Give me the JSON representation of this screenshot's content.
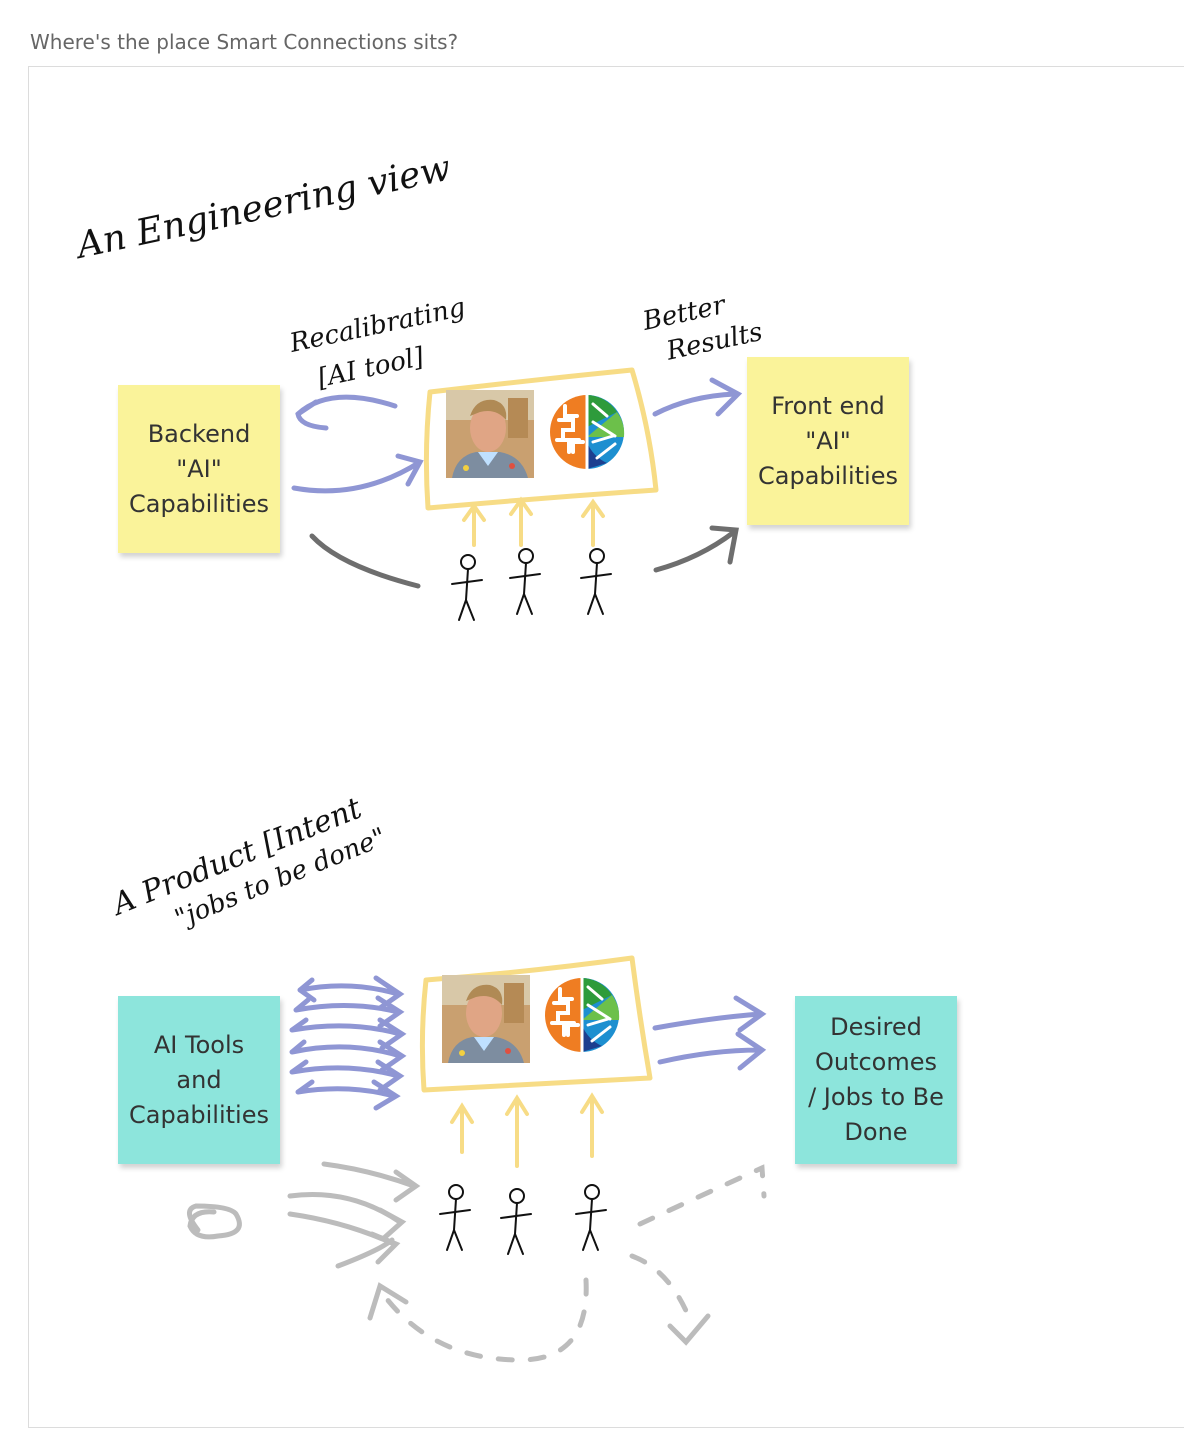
{
  "header": {
    "question": "Where's the place Smart Connections sits?"
  },
  "engineering_view": {
    "title": "An Engineering view",
    "recalibrating_label_line1": "Recalibrating",
    "recalibrating_label_line2": "[AI tool]",
    "better_results_line1": "Better",
    "better_results_line2": "Results",
    "backend_note": "Backend\n\"AI\"\nCapabilities",
    "frontend_note": "Front end\n\"AI\"\nCapabilities"
  },
  "product_view": {
    "title_line1": "A Product [Intent",
    "title_line2": "\"jobs to be done\"",
    "tools_note": "AI Tools\nand\nCapabilities",
    "outcomes_note": "Desired\nOutcomes\n/ Jobs to Be\nDone"
  },
  "colors": {
    "yellow_note": "#faf39a",
    "teal_note": "#8de5dc",
    "purple_arrow": "#8f96d4",
    "yellow_frame": "#f7dc86",
    "gray_arrow": "#6e6e6e",
    "light_gray": "#bcbcbc"
  },
  "icons": [
    "person-photo",
    "brain-logo-icon",
    "stick-figure-icon"
  ]
}
